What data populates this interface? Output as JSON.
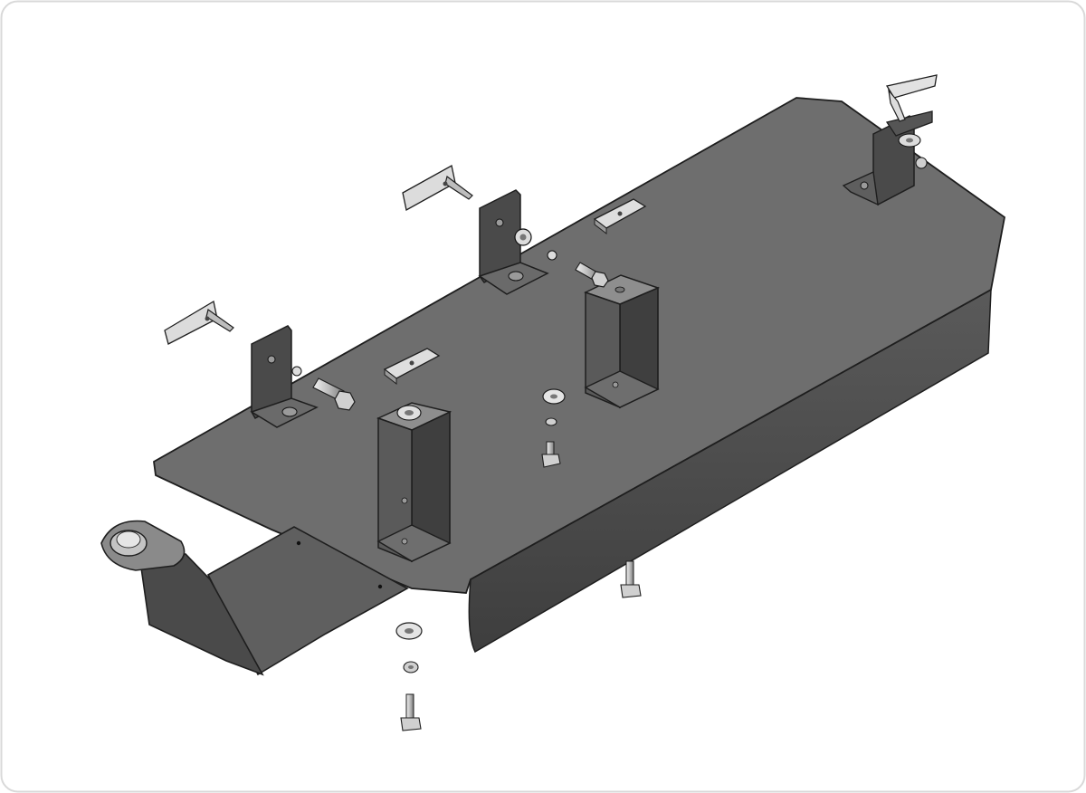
{
  "diagram": {
    "kind": "exploded-assembly-drawing",
    "subject": "skid-plate",
    "colors": {
      "background": "#ffffff",
      "frame_border": "#d9d9d9",
      "plate_top": "#6e6e6e",
      "plate_side": "#4f4f4f",
      "bracket": "#555555",
      "bracket_dark": "#3f3f3f",
      "metal_light": "#dedede",
      "outline": "#1e1e1e"
    },
    "components": [
      {
        "name": "skid-plate"
      },
      {
        "name": "side-flange"
      },
      {
        "name": "front-extension-plate"
      },
      {
        "name": "tow-eye-bracket"
      },
      {
        "name": "mounting-bracket-left"
      },
      {
        "name": "mounting-bracket-center"
      },
      {
        "name": "mounting-bracket-rear"
      },
      {
        "name": "u-bracket-front"
      },
      {
        "name": "u-bracket-middle"
      },
      {
        "name": "spacer-plate-left"
      },
      {
        "name": "spacer-plate-center"
      },
      {
        "name": "clip-left"
      },
      {
        "name": "clip-center"
      },
      {
        "name": "clip-rear"
      },
      {
        "name": "hex-bolt-left"
      },
      {
        "name": "hex-bolt-center"
      },
      {
        "name": "bolt-lower-front"
      },
      {
        "name": "bolt-lower-middle"
      },
      {
        "name": "bolt-lower-rear"
      },
      {
        "name": "washer-front"
      },
      {
        "name": "washer-middle"
      }
    ]
  }
}
